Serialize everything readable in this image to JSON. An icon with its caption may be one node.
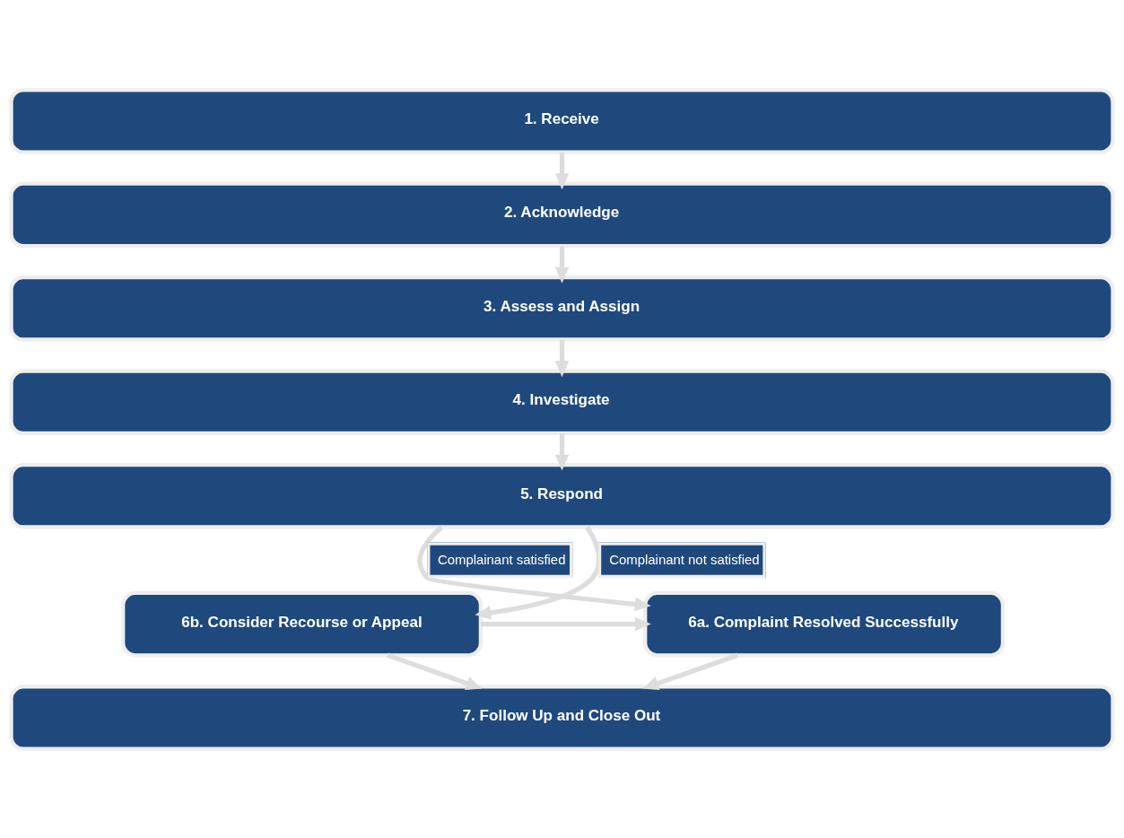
{
  "diagram": {
    "nodes": [
      {
        "text": [
          "1. Receive"
        ]
      },
      {
        "text": [
          "2. Acknowledge"
        ]
      },
      {
        "text": [
          "3. Assess and Assign"
        ]
      },
      {
        "text": [
          "4. Investigate"
        ]
      },
      {
        "text": [
          "5. Respond"
        ]
      },
      {
        "text": [
          "6a. Complaint Resolved Successfully"
        ]
      },
      {
        "text": [
          "6b. Consider Recourse or Appeal"
        ]
      },
      {
        "text": [
          "7. Follow Up and Close Out"
        ]
      }
    ],
    "edges": [
      {
        "from": 0,
        "to": 1,
        "arrow": "to"
      },
      {
        "from": 1,
        "to": 2,
        "arrow": "to"
      },
      {
        "from": 2,
        "to": 3,
        "arrow": "to"
      },
      {
        "from": 3,
        "to": 4,
        "arrow": "to"
      },
      {
        "from": 4,
        "to": 5,
        "arrow": "to",
        "label": "Complainant satisfied"
      },
      {
        "from": 4,
        "to": 6,
        "arrow": "to",
        "label": "Complainant not satisfied"
      },
      {
        "from": 6,
        "to": 5,
        "arrow": "to"
      },
      {
        "from": 5,
        "to": 7,
        "arrow": "to"
      },
      {
        "from": 6,
        "to": 7,
        "arrow": "to"
      }
    ]
  }
}
